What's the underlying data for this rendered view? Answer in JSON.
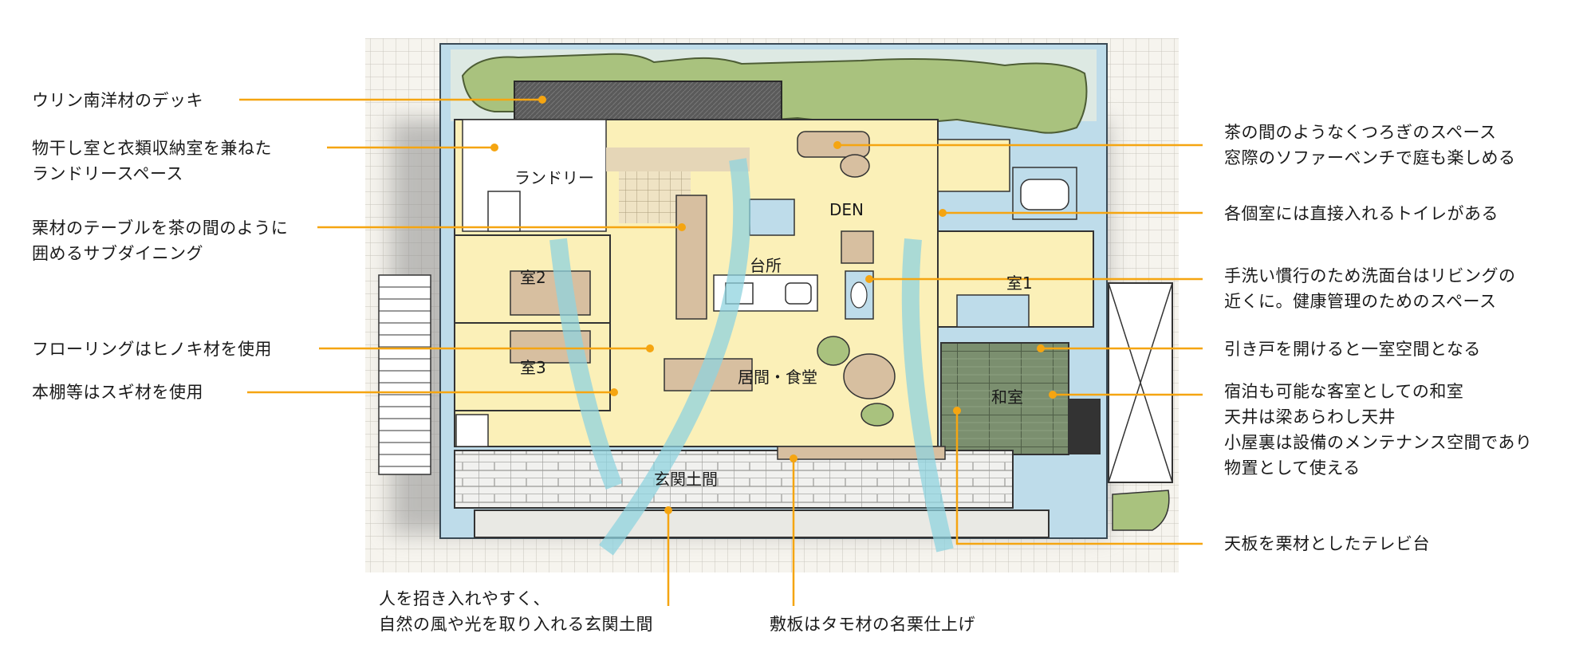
{
  "rooms": {
    "laundry": "ランドリー",
    "den": "DEN",
    "kitchen": "台所",
    "room1": "室1",
    "room2": "室2",
    "room3": "室3",
    "living_dining": "居間・食堂",
    "japanese_room": "和室",
    "entrance": "玄関土間"
  },
  "annotations": {
    "deck": [
      "ウリン南洋材のデッキ"
    ],
    "laundry_space": [
      "物干し室と衣類収納室を兼ねた",
      "ランドリースペース"
    ],
    "sub_dining": [
      "栗材のテーブルを茶の間のように",
      "囲めるサブダイニング"
    ],
    "flooring": [
      "フローリングはヒノキ材を使用"
    ],
    "bookshelf": [
      "本棚等はスギ材を使用"
    ],
    "den_bench": [
      "茶の間のようなくつろぎのスペース",
      "窓際のソファーベンチで庭も楽しめる"
    ],
    "toilet": [
      "各個室には直接入れるトイレがある"
    ],
    "washbasin": [
      "手洗い慣行のため洗面台はリビングの",
      "近くに。健康管理のためのスペース"
    ],
    "sliding_door": [
      "引き戸を開けると一室空間となる"
    ],
    "guest_room": [
      "宿泊も可能な客室としての和室",
      "天井は梁あらわし天井",
      "小屋裏は設備のメンテナンス空間であり",
      "物置として使える"
    ],
    "tv_stand": [
      "天板を栗材としたテレビ台"
    ],
    "entrance_hall": [
      "人を招き入れやすく、",
      "自然の風や光を取り入れる玄関土間"
    ],
    "threshold": [
      "敷板はタモ材の名栗仕上げ"
    ]
  },
  "colors": {
    "leader": "#f5a511",
    "floor_wood": "#fbf0b8",
    "tatami": "#7a8e6e",
    "garden": "#a9c27e",
    "wall_blue": "#bedcea",
    "wind_arrow": "#8fd3df",
    "wood_furniture": "#d7bfa0",
    "deck_dark": "#5b5b5b",
    "paving": "#f1f1ef"
  }
}
